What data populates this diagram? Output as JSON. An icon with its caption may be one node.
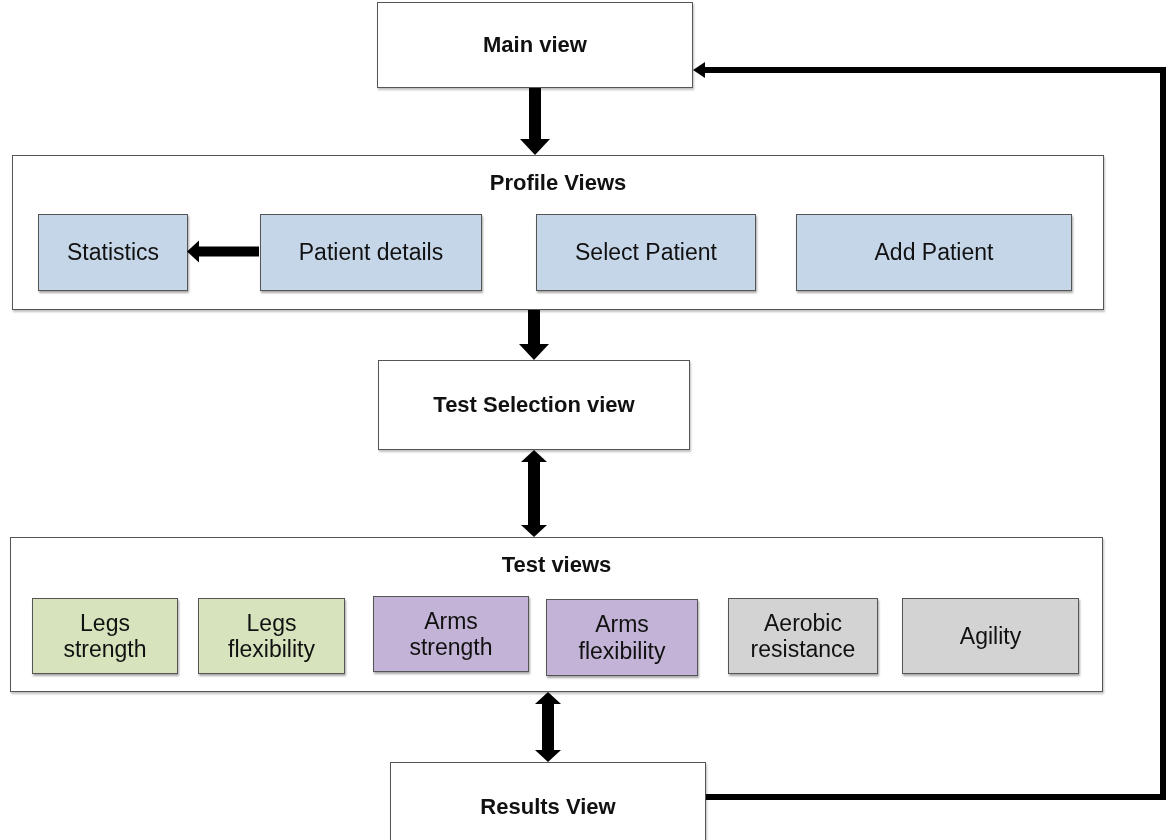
{
  "diagram": {
    "nodes": [
      {
        "text": [
          "Main view"
        ]
      },
      {
        "text": [
          "Profile Views"
        ]
      },
      {
        "text": [
          "Statistics"
        ],
        "in": 1
      },
      {
        "text": [
          "Patient details"
        ],
        "in": 1
      },
      {
        "text": [
          "Select Patient"
        ],
        "in": 1
      },
      {
        "text": [
          "Add Patient"
        ],
        "in": 1
      },
      {
        "text": [
          "Test Selection view"
        ]
      },
      {
        "text": [
          "Test views"
        ]
      },
      {
        "text": [
          "Legs strength"
        ],
        "in": 7
      },
      {
        "text": [
          "Legs flexibility"
        ],
        "in": 7
      },
      {
        "text": [
          "Arms strength"
        ],
        "in": 7
      },
      {
        "text": [
          "Arms flexibility"
        ],
        "in": 7
      },
      {
        "text": [
          "Aerobic resistance"
        ],
        "in": 7
      },
      {
        "text": [
          "Agility"
        ],
        "in": 7
      },
      {
        "text": [
          "Results View"
        ]
      }
    ],
    "edges": [
      {
        "from": 0,
        "to": 1,
        "arrow": "to"
      },
      {
        "from": 3,
        "to": 2,
        "arrow": "to"
      },
      {
        "from": 1,
        "to": 6,
        "arrow": "to"
      },
      {
        "from": 6,
        "to": 7,
        "arrow": "both"
      },
      {
        "from": 7,
        "to": 14,
        "arrow": "both"
      },
      {
        "from": 14,
        "to": 0,
        "arrow": "to"
      }
    ]
  }
}
